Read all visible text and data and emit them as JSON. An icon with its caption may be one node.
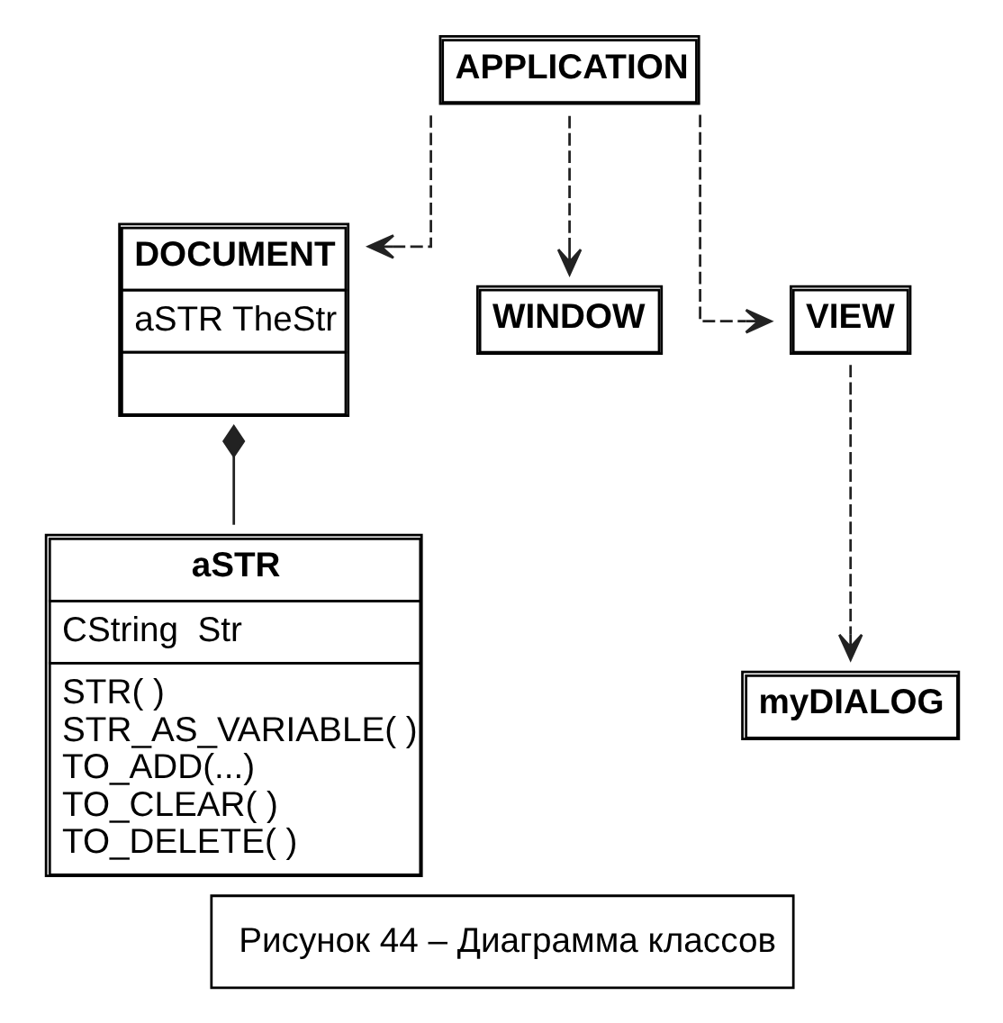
{
  "diagram": {
    "caption": "Рисунок 44 – Диаграмма классов",
    "nodes": [
      {
        "text": [
          "APPLICATION"
        ]
      },
      {
        "text": [
          "DOCUMENT",
          "aSTR TheStr"
        ]
      },
      {
        "text": [
          "WINDOW"
        ]
      },
      {
        "text": [
          "VIEW"
        ]
      },
      {
        "text": [
          "myDIALOG"
        ]
      },
      {
        "text": [
          "aSTR",
          "CString  Str",
          "STR( )",
          "STR_AS_VARIABLE( )",
          "TO_ADD(...)",
          "TO_CLEAR( )",
          "TO_DELETE( )"
        ]
      }
    ],
    "edges": [
      {
        "from": 0,
        "to": 1,
        "arrow": "to",
        "style": "dashed"
      },
      {
        "from": 0,
        "to": 2,
        "arrow": "to",
        "style": "dashed"
      },
      {
        "from": 0,
        "to": 3,
        "arrow": "to",
        "style": "dashed"
      },
      {
        "from": 3,
        "to": 4,
        "arrow": "to",
        "style": "dashed"
      },
      {
        "from": 1,
        "to": 5,
        "arrow": "other"
      }
    ]
  }
}
